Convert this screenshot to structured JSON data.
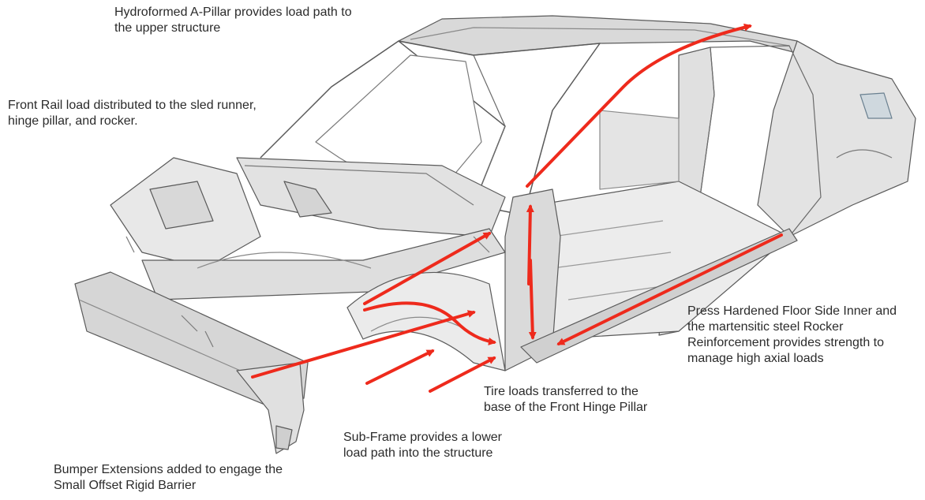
{
  "callouts": {
    "a_pillar": [
      "Hydroformed A-Pillar provides load path to",
      "the upper structure"
    ],
    "front_rail": [
      "Front Rail load distributed to the sled runner,",
      "hinge pillar, and rocker."
    ],
    "floor_side": [
      "Press Hardened Floor Side Inner and",
      "the martensitic steel Rocker",
      "Reinforcement provides strength to",
      "manage high axial loads"
    ],
    "tire_loads": [
      "Tire loads transferred to the",
      "base of the Front Hinge Pillar"
    ],
    "sub_frame": [
      "Sub-Frame provides a lower",
      "load path into the structure"
    ],
    "bumper": [
      "Bumper Extensions added to engage the",
      "Small Offset Rigid Barrier"
    ]
  },
  "colors": {
    "arrow": "#ee2a1c",
    "body_fill": "#e6e6e6",
    "body_line": "#5a5a5a",
    "text": "#2b2b2b"
  }
}
